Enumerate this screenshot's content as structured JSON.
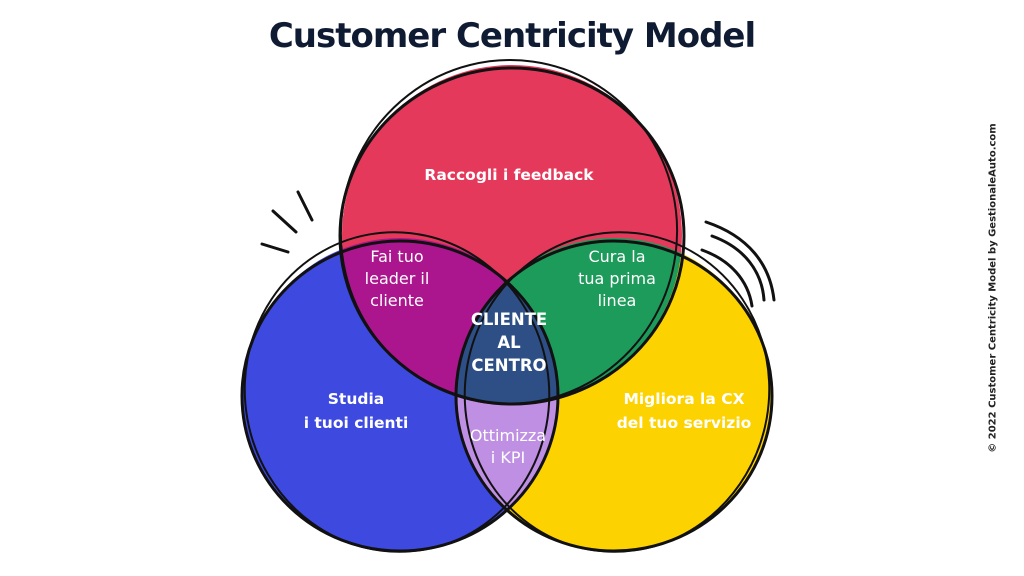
{
  "title": "Customer Centricity Model",
  "credit": "© 2022 Customer Centricity Model by GestionaleAuto.com",
  "colors": {
    "top": "#e5395b",
    "left": "#3e49e0",
    "right": "#fdd201",
    "top_left": "#ab168e",
    "top_right": "#1d9b5a",
    "left_right": "#bf8fe3",
    "center": "#2d4f86",
    "outline": "#111111"
  },
  "labels": {
    "top": [
      "Raccogli i feedback"
    ],
    "left": [
      "Studia",
      "i tuoi clienti"
    ],
    "right": [
      "Migliora la CX",
      "del tuo servizio"
    ],
    "top_left": [
      "Fai tuo",
      "leader il",
      "cliente"
    ],
    "top_right": [
      "Cura la",
      "tua prima",
      "linea"
    ],
    "left_right": [
      "Ottimizza",
      "i KPI"
    ],
    "center": [
      "CLIENTE",
      "AL",
      "CENTRO"
    ]
  }
}
